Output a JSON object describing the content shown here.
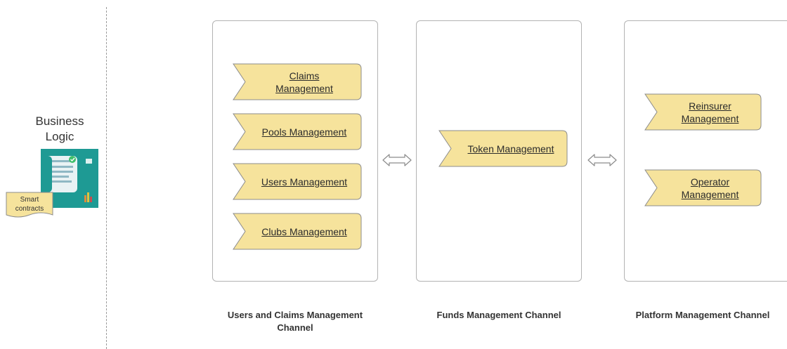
{
  "business_logic": {
    "label_lines": [
      "Business",
      "Logic"
    ],
    "smart_contracts_lines": [
      "Smart",
      "contracts"
    ],
    "icon": "document-with-seal-icon"
  },
  "colors": {
    "process_fill": "#f6e39c",
    "process_stroke": "#8c8c8c",
    "panel_border": "#b3b3b3",
    "card_teal": "#1e9a94"
  },
  "channels": {
    "users_claims": {
      "caption_lines": [
        "Users and Claims Management",
        "Channel"
      ],
      "processes": [
        {
          "lines": [
            "Claims",
            "Management"
          ]
        },
        {
          "lines": [
            "Pools Management"
          ]
        },
        {
          "lines": [
            "Users Management"
          ]
        },
        {
          "lines": [
            "Clubs Management"
          ]
        }
      ]
    },
    "funds": {
      "caption_lines": [
        "Funds Management Channel"
      ],
      "processes": [
        {
          "lines": [
            "Token Management"
          ]
        }
      ]
    },
    "platform": {
      "caption_lines": [
        "Platform Management Channel"
      ],
      "processes": [
        {
          "lines": [
            "Reinsurer",
            "Management"
          ]
        },
        {
          "lines": [
            "Operator",
            "Management"
          ]
        }
      ]
    }
  }
}
